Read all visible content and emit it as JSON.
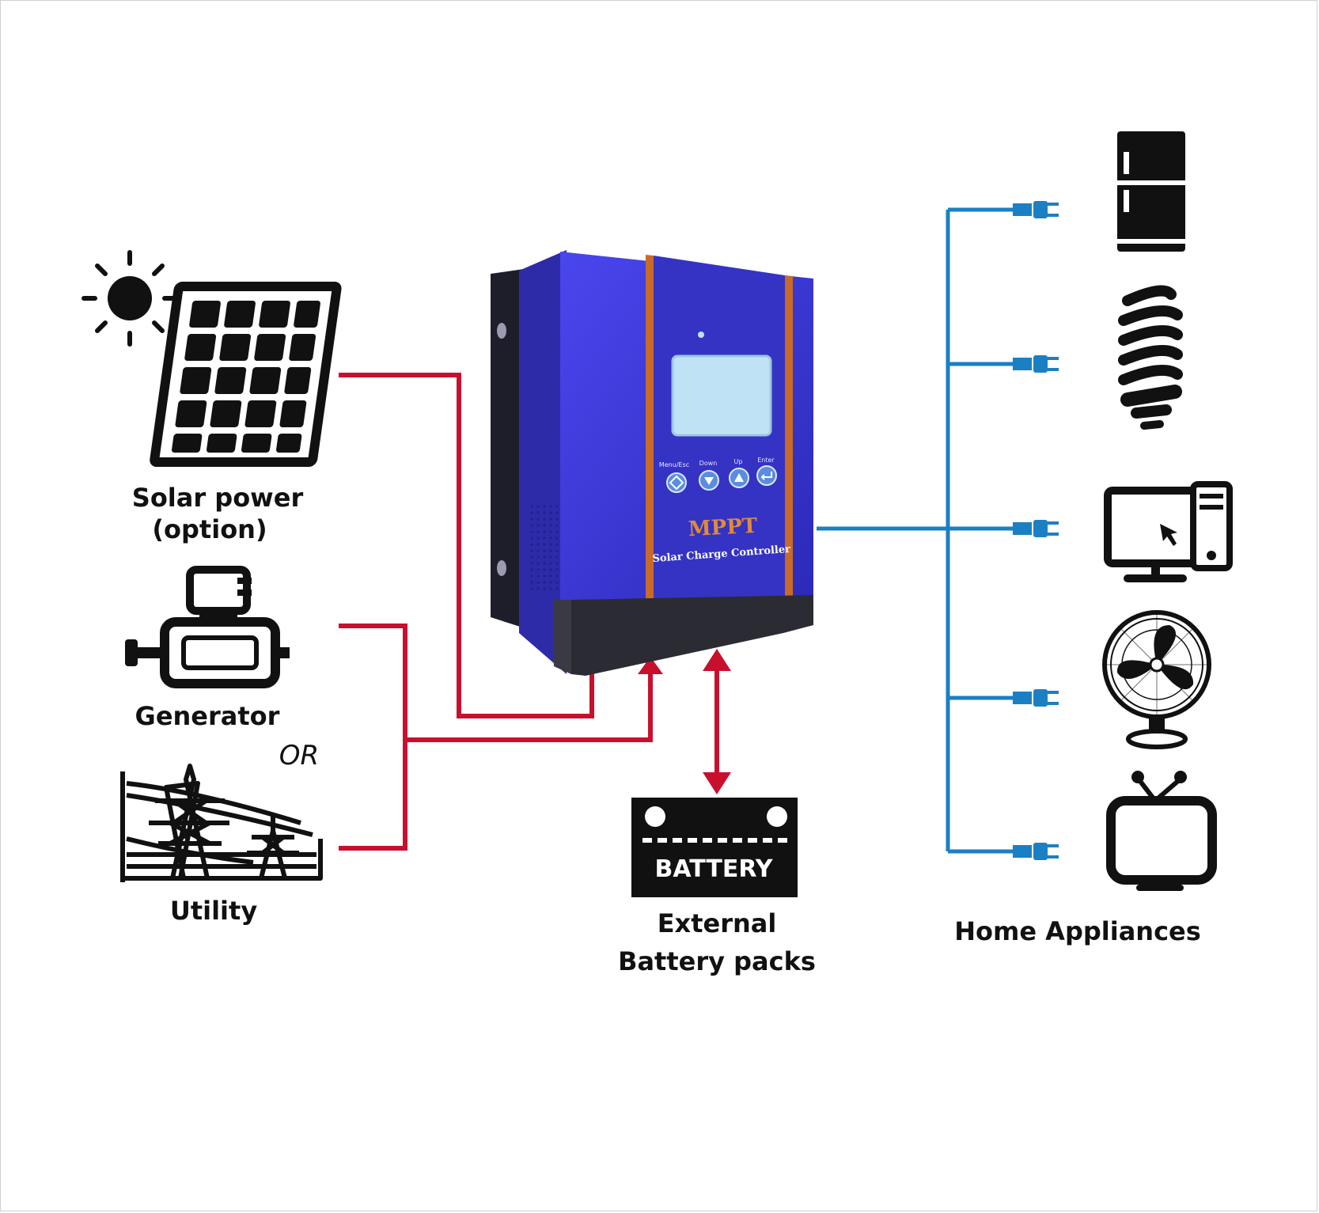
{
  "colors": {
    "source_wire": "#c8102e",
    "load_wire": "#1b7fc4",
    "controller_body": "#3d3ad8",
    "controller_trim": "#c86a2a",
    "lcd": "#bfe3f5",
    "icon": "#111111"
  },
  "sources": {
    "solar_label_line1": "Solar power",
    "solar_label_line2": "(option)",
    "generator_label": "Generator",
    "or_label": "OR",
    "utility_label": "Utility"
  },
  "controller": {
    "brand": "MPPT",
    "subtitle": "Solar Charge Controller",
    "buttons": [
      {
        "label": "Menu/Esc",
        "icon": "diamond-icon"
      },
      {
        "label": "Down",
        "icon": "triangle-down-icon"
      },
      {
        "label": "Up",
        "icon": "triangle-up-icon"
      },
      {
        "label": "Enter",
        "icon": "enter-return-icon"
      }
    ]
  },
  "battery": {
    "badge": "BATTERY",
    "label_line1": "External",
    "label_line2": "Battery packs"
  },
  "loads": {
    "label": "Home Appliances",
    "items": [
      {
        "name": "refrigerator",
        "icon": "refrigerator-icon"
      },
      {
        "name": "lamp",
        "icon": "cfl-bulb-icon"
      },
      {
        "name": "computer",
        "icon": "computer-icon"
      },
      {
        "name": "fan",
        "icon": "fan-icon"
      },
      {
        "name": "tv",
        "icon": "tv-icon"
      }
    ]
  }
}
